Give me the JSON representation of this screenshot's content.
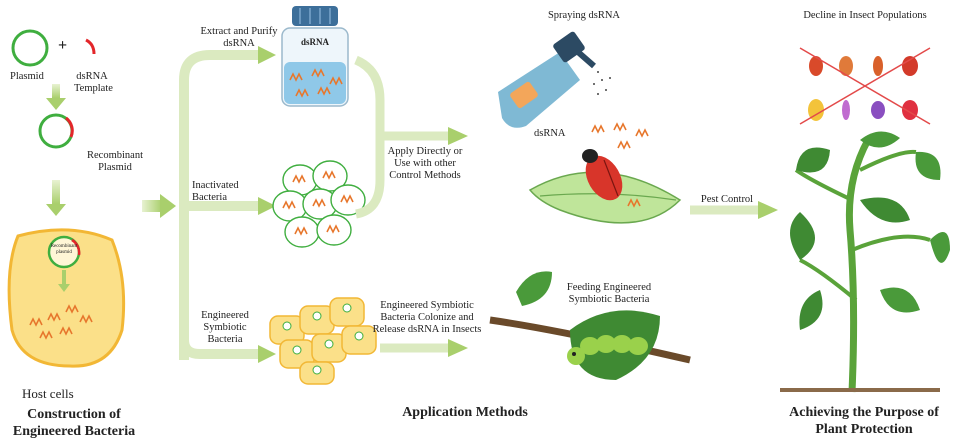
{
  "construction": {
    "plasmid": "Plasmid",
    "plus": "+",
    "dsrna_template": [
      "dsRNA",
      "Template"
    ],
    "recombinant_plasmid": [
      "Recombinant",
      "Plasmid"
    ],
    "inner_recombinant": [
      "Recombinant",
      "plasmid"
    ],
    "host_cells": "Host cells",
    "title": [
      "Construction of",
      "Engineered Bacteria"
    ]
  },
  "methods": {
    "extract_purify": [
      "Extract and Purify",
      "dsRNA"
    ],
    "bottle_label": "dsRNA",
    "inactivated": [
      "Inactivated",
      "Bacteria"
    ],
    "engineered_symbiotic": [
      "Engineered",
      "Symbiotic",
      "Bacteria"
    ],
    "apply_directly": [
      "Apply Directly or",
      "Use with other",
      "Control Methods"
    ],
    "colonize": [
      "Engineered Symbiotic",
      "Bacteria Colonize and",
      "Release dsRNA in Insects"
    ],
    "title": "Application Methods"
  },
  "application": {
    "spraying": "Spraying dsRNA",
    "dsrna": "dsRNA",
    "feeding": [
      "Feeding Engineered",
      "Symbiotic Bacteria"
    ],
    "pest_control": "Pest Control"
  },
  "outcome": {
    "decline": "Decline in Insect Populations",
    "title": [
      "Achieving the Purpose of",
      "Plant Protection"
    ]
  },
  "colors": {
    "arrow": "#b7d77f",
    "plasmid_green": "#3fae3f",
    "insert_red": "#e3262a",
    "host_fill": "#fbe089",
    "host_border": "#f2b735",
    "rna_orange": "#e7772d",
    "leaf": "#4a9a3a",
    "stem": "#6a4a2a",
    "bottle_liquid": "#8fc8e8",
    "cap_blue": "#3d6f9a"
  }
}
